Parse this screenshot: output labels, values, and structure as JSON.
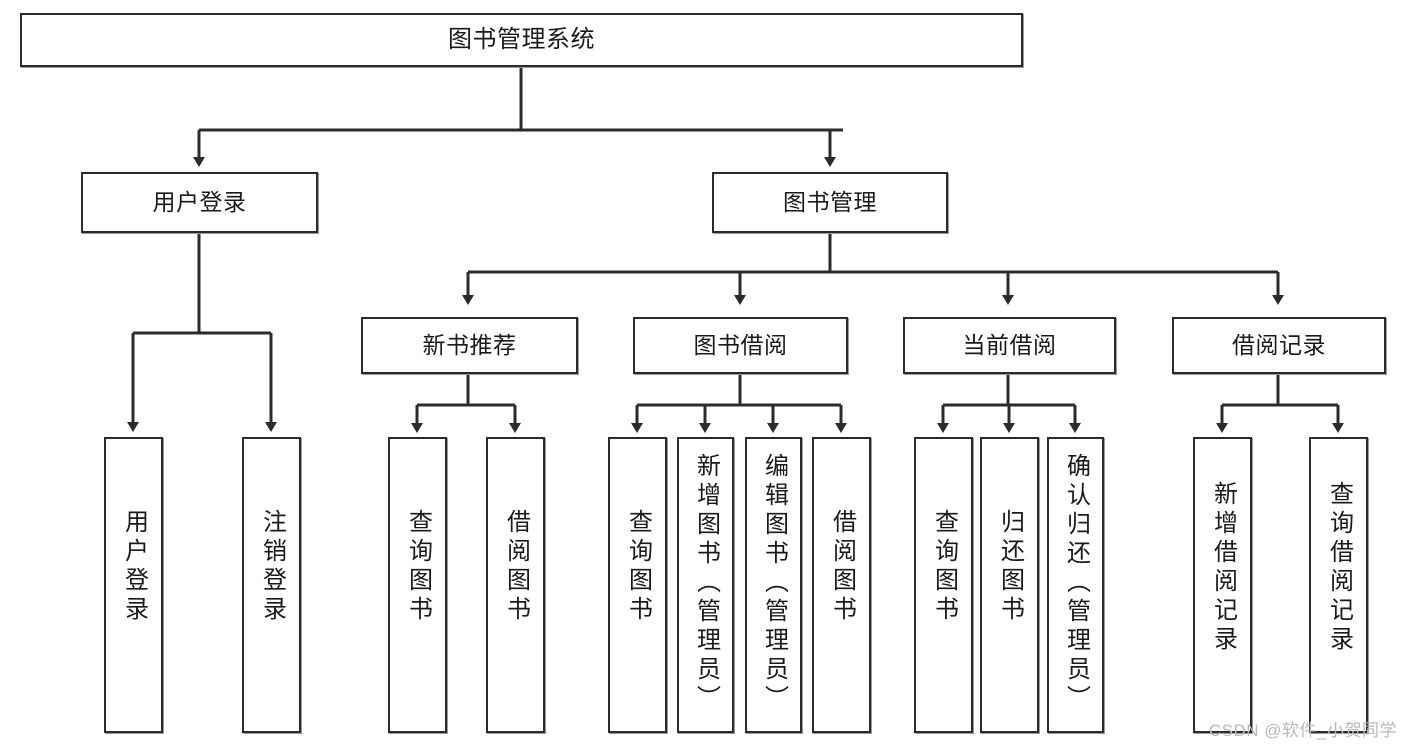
{
  "diagram": {
    "title": "图书管理系统",
    "type": "hierarchy-tree",
    "watermark": "CSDN @软件_小贺同学",
    "colors": {
      "box_border": "#2b2b2b",
      "box_fill": "#ffffff",
      "edge": "#2b2b2b",
      "text": "#1a1a1a",
      "watermark": "#b9b9b9"
    },
    "levels": 4
  },
  "nodes": {
    "root": {
      "label": "图书管理系统"
    },
    "level2": [
      {
        "id": "user-login",
        "label": "用户登录"
      },
      {
        "id": "book-manage",
        "label": "图书管理"
      }
    ],
    "level3": [
      {
        "id": "new-book-recommend",
        "label": "新书推荐"
      },
      {
        "id": "book-borrow",
        "label": "图书借阅"
      },
      {
        "id": "current-borrow",
        "label": "当前借阅"
      },
      {
        "id": "borrow-record",
        "label": "借阅记录"
      }
    ],
    "leaves": {
      "user_login": [
        {
          "id": "leaf-user-login",
          "label": "用户登录"
        },
        {
          "id": "leaf-logout-login",
          "label": "注销登录"
        }
      ],
      "new_book_recommend": [
        {
          "id": "leaf-query-book-1",
          "label": "查询图书"
        },
        {
          "id": "leaf-borrow-book-1",
          "label": "借阅图书"
        }
      ],
      "book_borrow": [
        {
          "id": "leaf-query-book-2",
          "label": "查询图书"
        },
        {
          "id": "leaf-add-book",
          "label": "新增图书（管理员）"
        },
        {
          "id": "leaf-edit-book",
          "label": "编辑图书（管理员）"
        },
        {
          "id": "leaf-borrow-book-2",
          "label": "借阅图书"
        }
      ],
      "current_borrow": [
        {
          "id": "leaf-query-book-3",
          "label": "查询图书"
        },
        {
          "id": "leaf-return-book",
          "label": "归还图书"
        },
        {
          "id": "leaf-confirm-return",
          "label": "确认归还（管理员）"
        }
      ],
      "borrow_record": [
        {
          "id": "leaf-add-record",
          "label": "新增借阅记录"
        },
        {
          "id": "leaf-query-record",
          "label": "查询借阅记录"
        }
      ]
    }
  }
}
